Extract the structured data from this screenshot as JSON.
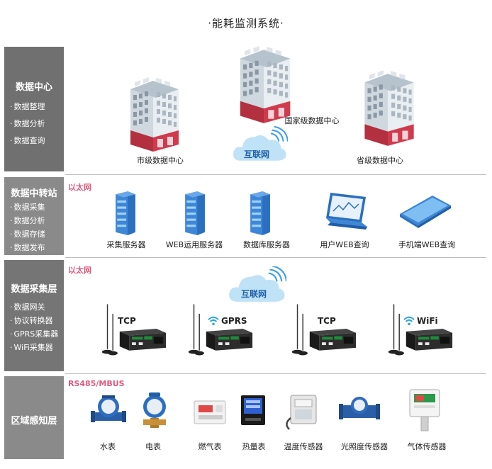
{
  "title": "·能耗监测系统·",
  "sections": {
    "datacenter": {
      "head": "数据中心",
      "items": [
        "数据整理",
        "数据分析",
        "数据查询"
      ]
    },
    "relay": {
      "head": "数据中转站",
      "items": [
        "数据采集",
        "数据分析",
        "数据存储",
        "数据发布"
      ]
    },
    "collect": {
      "head": "数据采集层",
      "items": [
        "数据网关",
        "协议转换器",
        "GPRS采集器",
        "WiFi采集器"
      ]
    },
    "sensing": {
      "head": "区域感知层",
      "items": []
    }
  },
  "datacenter": {
    "city": "市级数据中心",
    "national": "国家级数据中心",
    "province": "省级数据中心",
    "internet": "互联网"
  },
  "relay": {
    "tag": "以太网",
    "servers": [
      "采集服务器",
      "WEB运用服务器",
      "数据库服务器",
      "用户WEB查询",
      "手机端WEB查询"
    ]
  },
  "collect": {
    "tag": "以太网",
    "internet": "互联网",
    "gateways": [
      "TCP",
      "GPRS",
      "TCP",
      "WiFi"
    ]
  },
  "sensing": {
    "tag": "RS485/MBUS",
    "devices": [
      "水表",
      "电表",
      "燃气表",
      "热量表",
      "温度传感器",
      "光照度传感器",
      "气体传感器"
    ]
  }
}
